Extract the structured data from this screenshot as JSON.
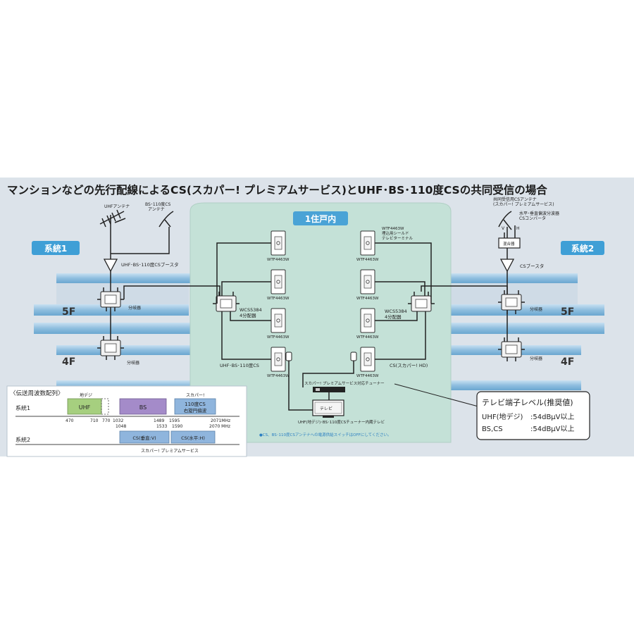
{
  "title": "マンションなどの先行配線によるCS(スカパー! プレミアムサービス)とUHF･BS･110度CSの共同受信の場合",
  "dwelling_label": "1住戸内",
  "system1": {
    "label": "系統1",
    "uhf_antenna": "UHFアンテナ",
    "bs_antenna_l1": "BS･110度CS",
    "bs_antenna_l2": "アンテナ",
    "booster": "UHF･BS･110度CSブースタ",
    "splitter_5f": "分岐器",
    "splitter_4f": "分岐器"
  },
  "system2": {
    "label": "系統2",
    "antenna_l1": "共同受信用CSアンテナ",
    "antenna_l2": "(スカパー! プレミアムサービス)",
    "converter_l1": "水平･垂直偏波分波器",
    "converter_l2": "CSコンバータ",
    "pol_v": "V",
    "pol_h": "H",
    "mixer": "混合器",
    "booster": "CSブースタ",
    "splitter_5f": "分岐器",
    "splitter_4f": "分岐器"
  },
  "floors": {
    "f5": "5F",
    "f4": "4F"
  },
  "indoor": {
    "left_outlets": [
      "WTF4463W",
      "WTF4463W",
      "WTF4463W",
      "WTF4463W"
    ],
    "left_splitter_l1": "WCS5384",
    "left_splitter_l2": "4分配器",
    "left_bottom_label": "UHF･BS･110度CS",
    "right_outlet_top_l1": "WTF4463W",
    "right_outlet_top_l2": "埋込用シールド",
    "right_outlet_top_l3": "テレビターミナル",
    "right_outlets": [
      "WTF4463W",
      "WTF4463W",
      "WTF4463W",
      "WTF4463W"
    ],
    "right_splitter_l1": "WCS5384",
    "right_splitter_l2": "4分配器",
    "right_bottom_label": "CS(スカパー! HD)",
    "tuner_label": "スカパー! プレミアムサービス対応チューナー",
    "tv_label": "テレビ",
    "tv_caption": "UHF(地デジ)･BS･110度CSチューナー内蔵テレビ",
    "note": "●CS、BS･110度CSアンテナへの電源供給スイッチはOFFにしてください。"
  },
  "level_box": {
    "title": "テレビ端子レベル(推奨値)",
    "rows": [
      {
        "name": "UHF(地デジ)",
        "value": ":54dBμV以上"
      },
      {
        "name": "BS,CS",
        "value": ":54dBμV以上"
      }
    ]
  },
  "frequency": {
    "title": "〈伝送周波数配列〉",
    "label_chideji": "地デジ",
    "label_skyperfect": "スカパー!",
    "row1_label": "系統1",
    "row2_label": "系統2",
    "band_uhf": "UHF",
    "band_bs": "BS",
    "band_cs110_l1": "110度CS",
    "band_cs110_l2": "右旋円偏波",
    "band_cs_v": "CS(垂直:V)",
    "band_cs_h": "CS(水平:H)",
    "ticks_top": [
      "470",
      "710",
      "770",
      "1032",
      "1489",
      "1595",
      "2071MHz"
    ],
    "ticks_bottom": [
      "1048",
      "1533",
      "1590",
      "2070 MHz"
    ],
    "footer": "スカパー! プレミアムサービス",
    "colors": {
      "uhf": "#a6cf7f",
      "bs": "#a48bc9",
      "cs": "#8fb5dd"
    }
  },
  "colors": {
    "background": "#dce3ea",
    "dwelling": "#c4e1d7",
    "floor_slab": "#a5cae3",
    "system_label": "#3f9fd6"
  }
}
